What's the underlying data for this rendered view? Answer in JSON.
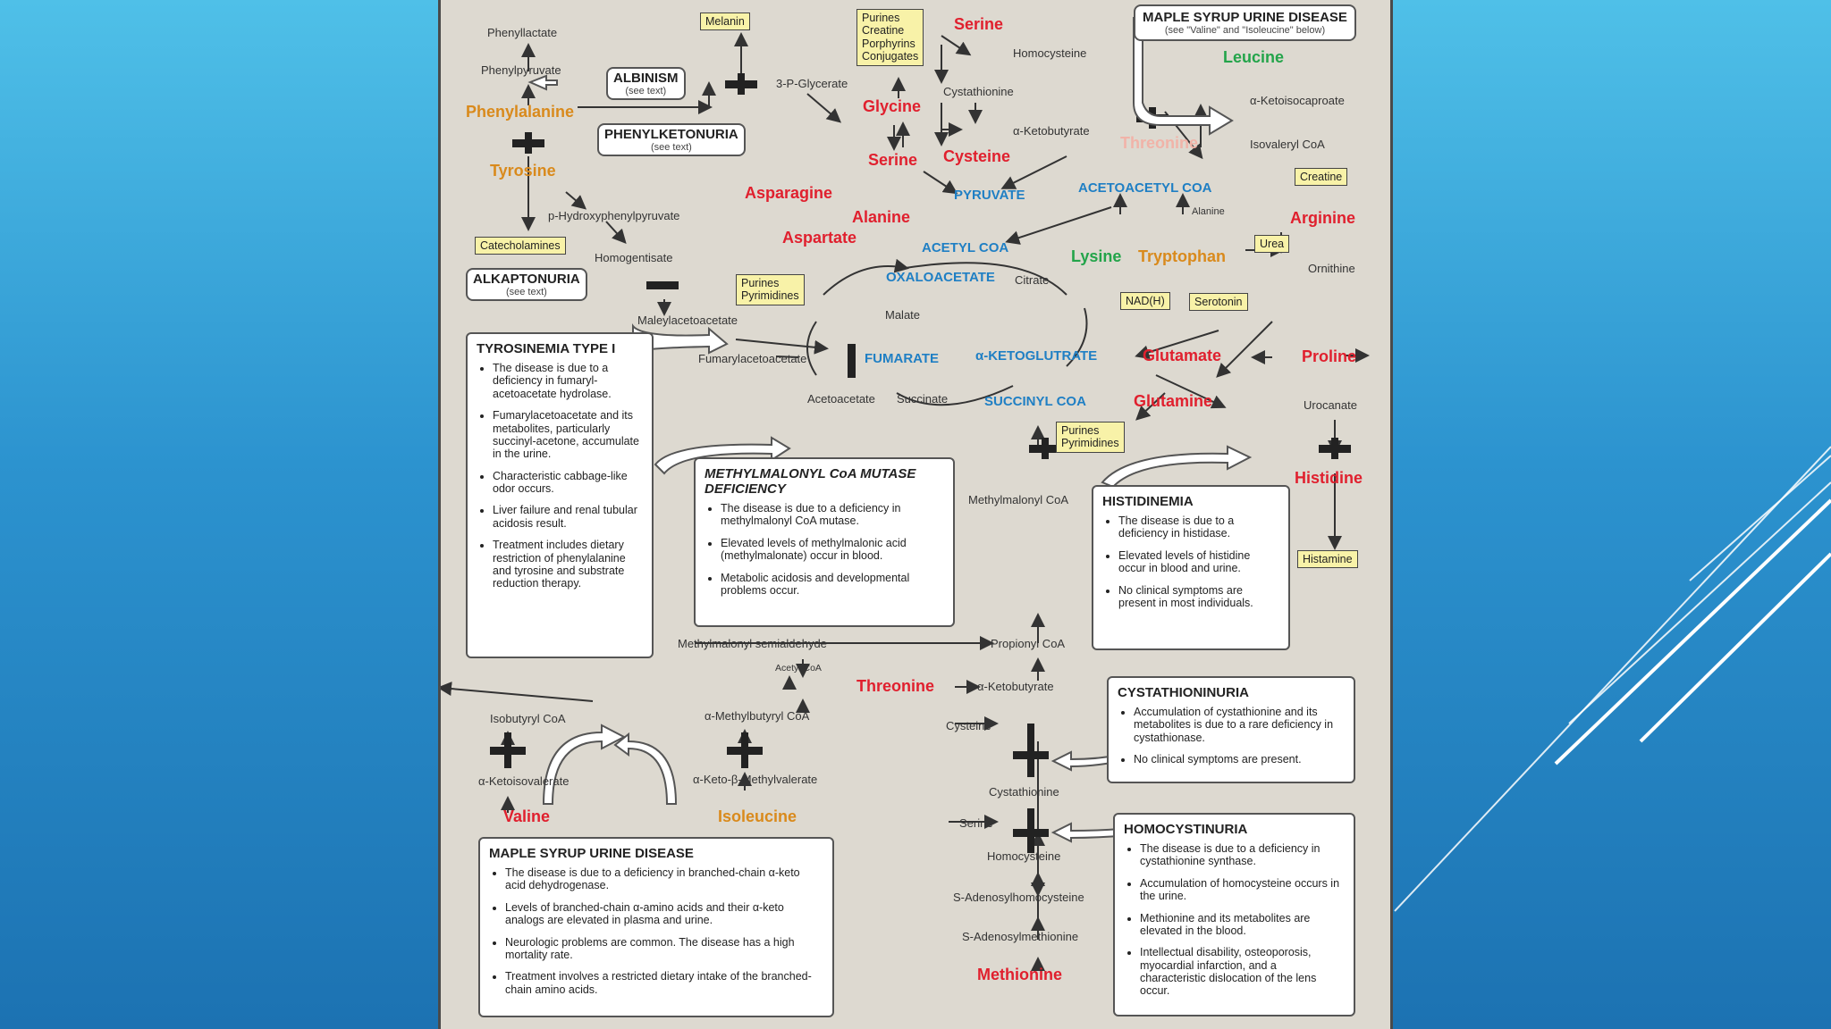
{
  "labels": {
    "phenyllactate": "Phenyllactate",
    "phenylpyruvate": "Phenylpyruvate",
    "phenylalanine": "Phenylalanine",
    "tyrosine": "Tyrosine",
    "p_hpp": "p-Hydroxyphenylpyruvate",
    "homogentisate": "Homogentisate",
    "maleylacetoacetate": "Maleylacetoacetate",
    "fumarylacetoacetate": "Fumarylacetoacetate",
    "acetoacetate": "Acetoacetate",
    "succinate": "Succinate",
    "glycerate": "3-P-Glycerate",
    "glycine": "Glycine",
    "serine_top": "Serine",
    "serine_mid": "Serine",
    "homocysteine_top": "Homocysteine",
    "cystathionine_top": "Cystathionine",
    "ketobutyrate_top": "α-Ketobutyrate",
    "cysteine_top": "Cysteine",
    "threonine_top": "Threonine",
    "pyruvate": "PYRUVATE",
    "asparagine": "Asparagine",
    "alanine": "Alanine",
    "aspartate": "Aspartate",
    "acetyl_coa": "ACETYL COA",
    "oxaloacetate": "OXALOACETATE",
    "citrate": "Citrate",
    "malate": "Malate",
    "fumarate": "FUMARATE",
    "ketoglutrate": "α-KETOGLUTRATE",
    "succinyl_coa": "SUCCINYL COA",
    "glutamate": "Glutamate",
    "glutamine": "Glutamine",
    "proline": "Proline",
    "urocanate": "Urocanate",
    "histidine": "Histidine",
    "leucine": "Leucine",
    "ketoisocaproate": "α-Ketoisocaproate",
    "isovaleryl": "Isovaleryl CoA",
    "acetoacetyl": "ACETOACETYL COA",
    "alanine_small": "Alanine",
    "lysine": "Lysine",
    "tryptophan": "Tryptophan",
    "arginine": "Arginine",
    "ornithine": "Ornithine",
    "methylmalonyl": "Methylmalonyl CoA",
    "mm_semialdehyde": "Methylmalonyl semialdehyde",
    "propionyl": "Propionyl CoA",
    "acetyl_coa_small": "Acetyl CoA",
    "isobutyryl": "Isobutyryl CoA",
    "methylbutyryl": "α-Methylbutyryl CoA",
    "ketoisovalerate": "α-Ketoisovalerate",
    "ketomethylvalerate": "α-Keto-β-Methylvalerate",
    "valine": "Valine",
    "isoleucine": "Isoleucine",
    "threonine_low": "Threonine",
    "ketobutyrate_low": "α-Ketobutyrate",
    "cysteine_low": "Cysteine",
    "cystathionine_low": "Cystathionine",
    "serine_low": "Serine",
    "homocysteine_low": "Homocysteine",
    "sah": "S-Adenosylhomocysteine",
    "sam": "S-Adenosylmethionine",
    "methionine": "Methionine"
  },
  "boxes": {
    "melanin": "Melanin",
    "purines_list": [
      "Purines",
      "Creatine",
      "Porphyrins",
      "Conjugates"
    ],
    "catecholamines": "Catecholamines",
    "purines_pyr_1": [
      "Purines",
      "Pyrimidines"
    ],
    "purines_pyr_2": [
      "Purines",
      "Pyrimidines"
    ],
    "creatine": "Creatine",
    "urea": "Urea",
    "nadh": "NAD(H)",
    "serotonin": "Serotonin",
    "histamine": "Histamine"
  },
  "disease_tags": {
    "albinism": {
      "title": "ALBINISM",
      "sub": "(see text)"
    },
    "pku": {
      "title": "PHENYLKETONURIA",
      "sub": "(see text)"
    },
    "alkaptonuria": {
      "title": "ALKAPTONURIA",
      "sub": "(see text)"
    },
    "msud_top": {
      "title": "MAPLE SYRUP URINE DISEASE",
      "sub": "(see \"Valine\" and \"Isoleucine\" below)"
    }
  },
  "panels": {
    "tyrosinemia": {
      "title": "TYROSINEMIA TYPE I",
      "items": [
        "The disease is due to a deficiency in fumaryl-acetoacetate hydrolase.",
        "Fumarylacetoacetate and its metabolites, particularly succinyl-acetone, accumulate in the urine.",
        "Characteristic cabbage-like odor occurs.",
        "Liver failure and renal tubular acidosis result.",
        "Treatment includes dietary restriction of phenylalanine and tyrosine and substrate reduction therapy."
      ]
    },
    "mmcoa": {
      "title": "METHYLMALONYL CoA MUTASE DEFICIENCY",
      "items": [
        "The disease is due to a deficiency in methylmalonyl CoA mutase.",
        "Elevated levels of methylmalonic acid (methylmalonate) occur in blood.",
        "Metabolic acidosis and developmental problems occur."
      ]
    },
    "histidinemia": {
      "title": "HISTIDINEMIA",
      "items": [
        "The disease is due to a deficiency in histidase.",
        "Elevated levels of histidine occur in blood and urine.",
        "No clinical symptoms are present in most individuals."
      ]
    },
    "cystathioninuria": {
      "title": "CYSTATHIONINURIA",
      "items": [
        "Accumulation of cystathionine and its metabolites is due to a rare deficiency in cystathionase.",
        "No clinical symptoms are present."
      ]
    },
    "homocystinuria": {
      "title": "HOMOCYSTINURIA",
      "items": [
        "The disease is due to a deficiency in cystathionine synthase.",
        "Accumulation of homocysteine occurs in the urine.",
        "Methionine and its metabolites are elevated in the blood.",
        "Intellectual disability, osteoporosis, myocardial infarction, and a characteristic dislocation of the lens occur."
      ]
    },
    "msud": {
      "title": "MAPLE SYRUP URINE DISEASE",
      "items": [
        "The disease is due to a deficiency in branched-chain α-keto acid dehydrogenase.",
        "Levels of branched-chain α-amino acids and their α-keto analogs are elevated in plasma and urine.",
        "Neurologic problems are common. The disease has a high mortality rate.",
        "Treatment involves a restricted dietary intake of the branched-chain amino acids."
      ]
    }
  },
  "colors": {
    "red": "#e0202e",
    "orange": "#d98a1c",
    "green": "#23a44a",
    "blue": "#1f7fc4",
    "panel": "#ddd9d0"
  }
}
